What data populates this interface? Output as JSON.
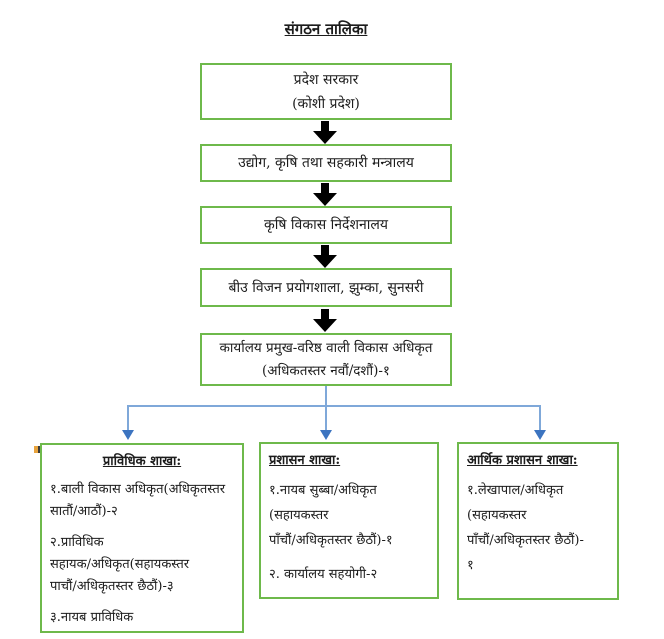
{
  "page": {
    "title": "संगठन तालिका"
  },
  "colors": {
    "box_border_green": "#6eb94b",
    "connector_blue": "#7fa8d9",
    "connector_arrow_blue": "#3c74c0",
    "chain_arrow_black": "#000000",
    "text": "#1c1c1c"
  },
  "main_chain": [
    {
      "lines": [
        "प्रदेश सरकार",
        "(कोशी प्रदेश)"
      ]
    },
    {
      "lines": [
        "उद्योग, कृषि तथा सहकारी मन्त्रालय"
      ]
    },
    {
      "lines": [
        "कृषि विकास निर्देशनालय"
      ]
    },
    {
      "lines": [
        "बीउ विजन प्रयोगशाला, झुम्का, सुनसरी"
      ]
    },
    {
      "lines": [
        "कार्यालय प्रमुख-वरिष्ठ वाली विकास अधिकृत",
        "(अधिकतस्तर नवौं/दशौं)-१"
      ]
    }
  ],
  "branches": [
    {
      "title": "प्राविधिक शाखा:",
      "items": [
        [
          "१.बाली विकास अधिकृत(अधिकृतस्तर",
          "सातौं/आठौं)-२"
        ],
        [
          "२.प्राविधिक",
          "सहायक/अधिकृत(सहायकस्तर",
          "पाचौं/अधिकृतस्तर छैठौं)-३"
        ],
        [
          "३.नायब प्राविधिक"
        ]
      ]
    },
    {
      "title": "प्रशासन शाखा:",
      "items": [
        [
          "१.नायब सुब्बा/अधिकृत",
          "(सहायकस्तर",
          "पाँचौं/अधिकृतस्तर छैठौं)-१"
        ],
        [
          "२. कार्यालय सहयोगी-२"
        ]
      ]
    },
    {
      "title": "आर्थिक प्रशासन शाखा:",
      "items": [
        [
          "१.लेखापाल/अधिकृत",
          "(सहायकस्तर",
          "पाँचौं/अधिकृतस्तर छैठौं)-",
          "१"
        ]
      ]
    }
  ]
}
